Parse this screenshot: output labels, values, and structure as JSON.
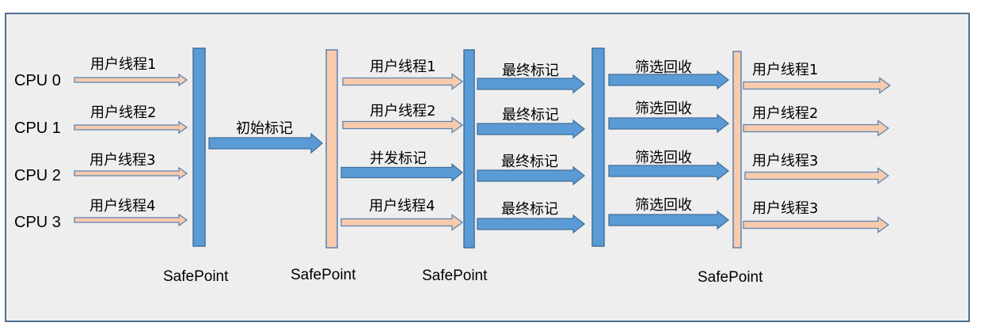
{
  "cpus": [
    "CPU 0",
    "CPU 1",
    "CPU 2",
    "CPU 3"
  ],
  "phase1": [
    "用户线程1",
    "用户线程2",
    "用户线程3",
    "用户线程4"
  ],
  "initial_mark": "初始标记",
  "phase3": [
    "用户线程1",
    "用户线程2",
    "并发标记",
    "用户线程4"
  ],
  "phase4": [
    "最终标记",
    "最终标记",
    "最终标记",
    "最终标记"
  ],
  "phase5": [
    "筛选回收",
    "筛选回收",
    "筛选回收",
    "筛选回收"
  ],
  "phase6": [
    "用户线程1",
    "用户线程2",
    "用户线程3",
    "用户线程3"
  ],
  "safepoints": [
    "SafePoint",
    "SafePoint",
    "SafePoint",
    "SafePoint"
  ],
  "colors": {
    "blue": "#5b9bd5",
    "blue_stroke": "#41719c",
    "peach": "#f8cbad",
    "peach_stroke": "#5b83b0",
    "background": "#eeeeee",
    "border": "#4f6f92"
  }
}
